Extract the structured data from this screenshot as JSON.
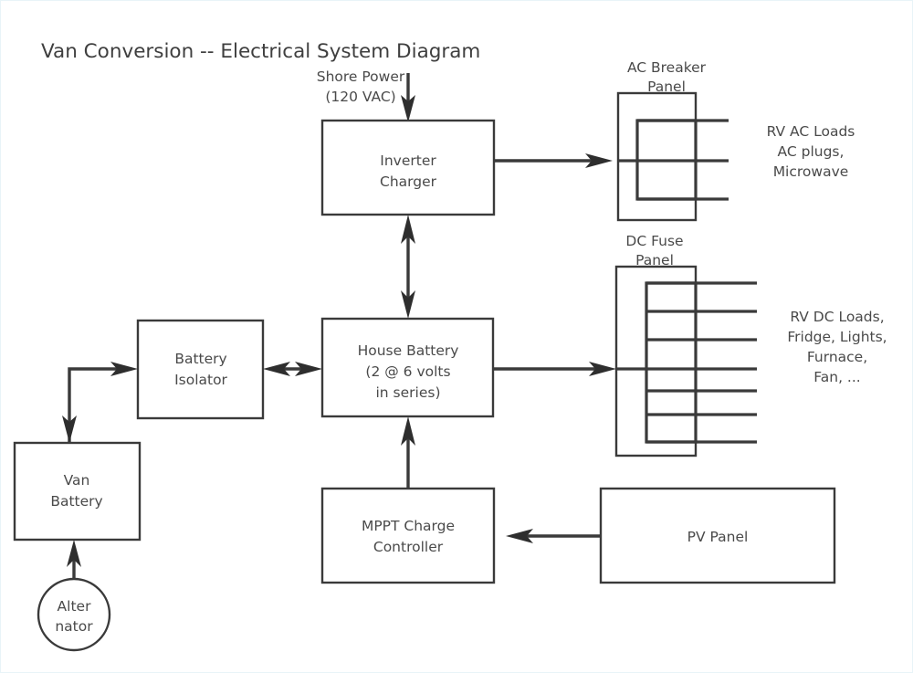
{
  "title": "Van Conversion -- Electrical System Diagram",
  "boxes": {
    "inverter_charger": {
      "line1": "Inverter",
      "line2": "Charger"
    },
    "house_battery": {
      "line1": "House Battery",
      "line2": "(2 @ 6 volts",
      "line3": "in series)"
    },
    "battery_isolator": {
      "line1": "Battery",
      "line2": "Isolator"
    },
    "van_battery": {
      "line1": "Van",
      "line2": "Battery"
    },
    "alternator": {
      "line1": "Alter",
      "line2": "nator"
    },
    "mppt_controller": {
      "line1": "MPPT Charge",
      "line2": "Controller"
    },
    "pv_panel": {
      "line1": "PV Panel"
    }
  },
  "panels": {
    "ac_breaker_panel": {
      "line1": "AC Breaker",
      "line2": "Panel",
      "circuit_count": 3
    },
    "dc_fuse_panel": {
      "line1": "DC Fuse",
      "line2": "Panel",
      "circuit_count": 7
    }
  },
  "labels": {
    "shore_power": {
      "line1": "Shore Power",
      "line2": "(120 VAC)"
    },
    "ac_loads": {
      "line1": "RV AC Loads",
      "line2": "AC plugs,",
      "line3": "Microwave"
    },
    "dc_loads": {
      "line1": "RV DC Loads,",
      "line2": "Fridge, Lights,",
      "line3": "Furnace,",
      "line4": "Fan, ..."
    }
  },
  "colors": {
    "background": "#ffffff",
    "stroke": "#3a3a3a",
    "text": "#4a4a4a",
    "frame": "#e8f4f8"
  }
}
